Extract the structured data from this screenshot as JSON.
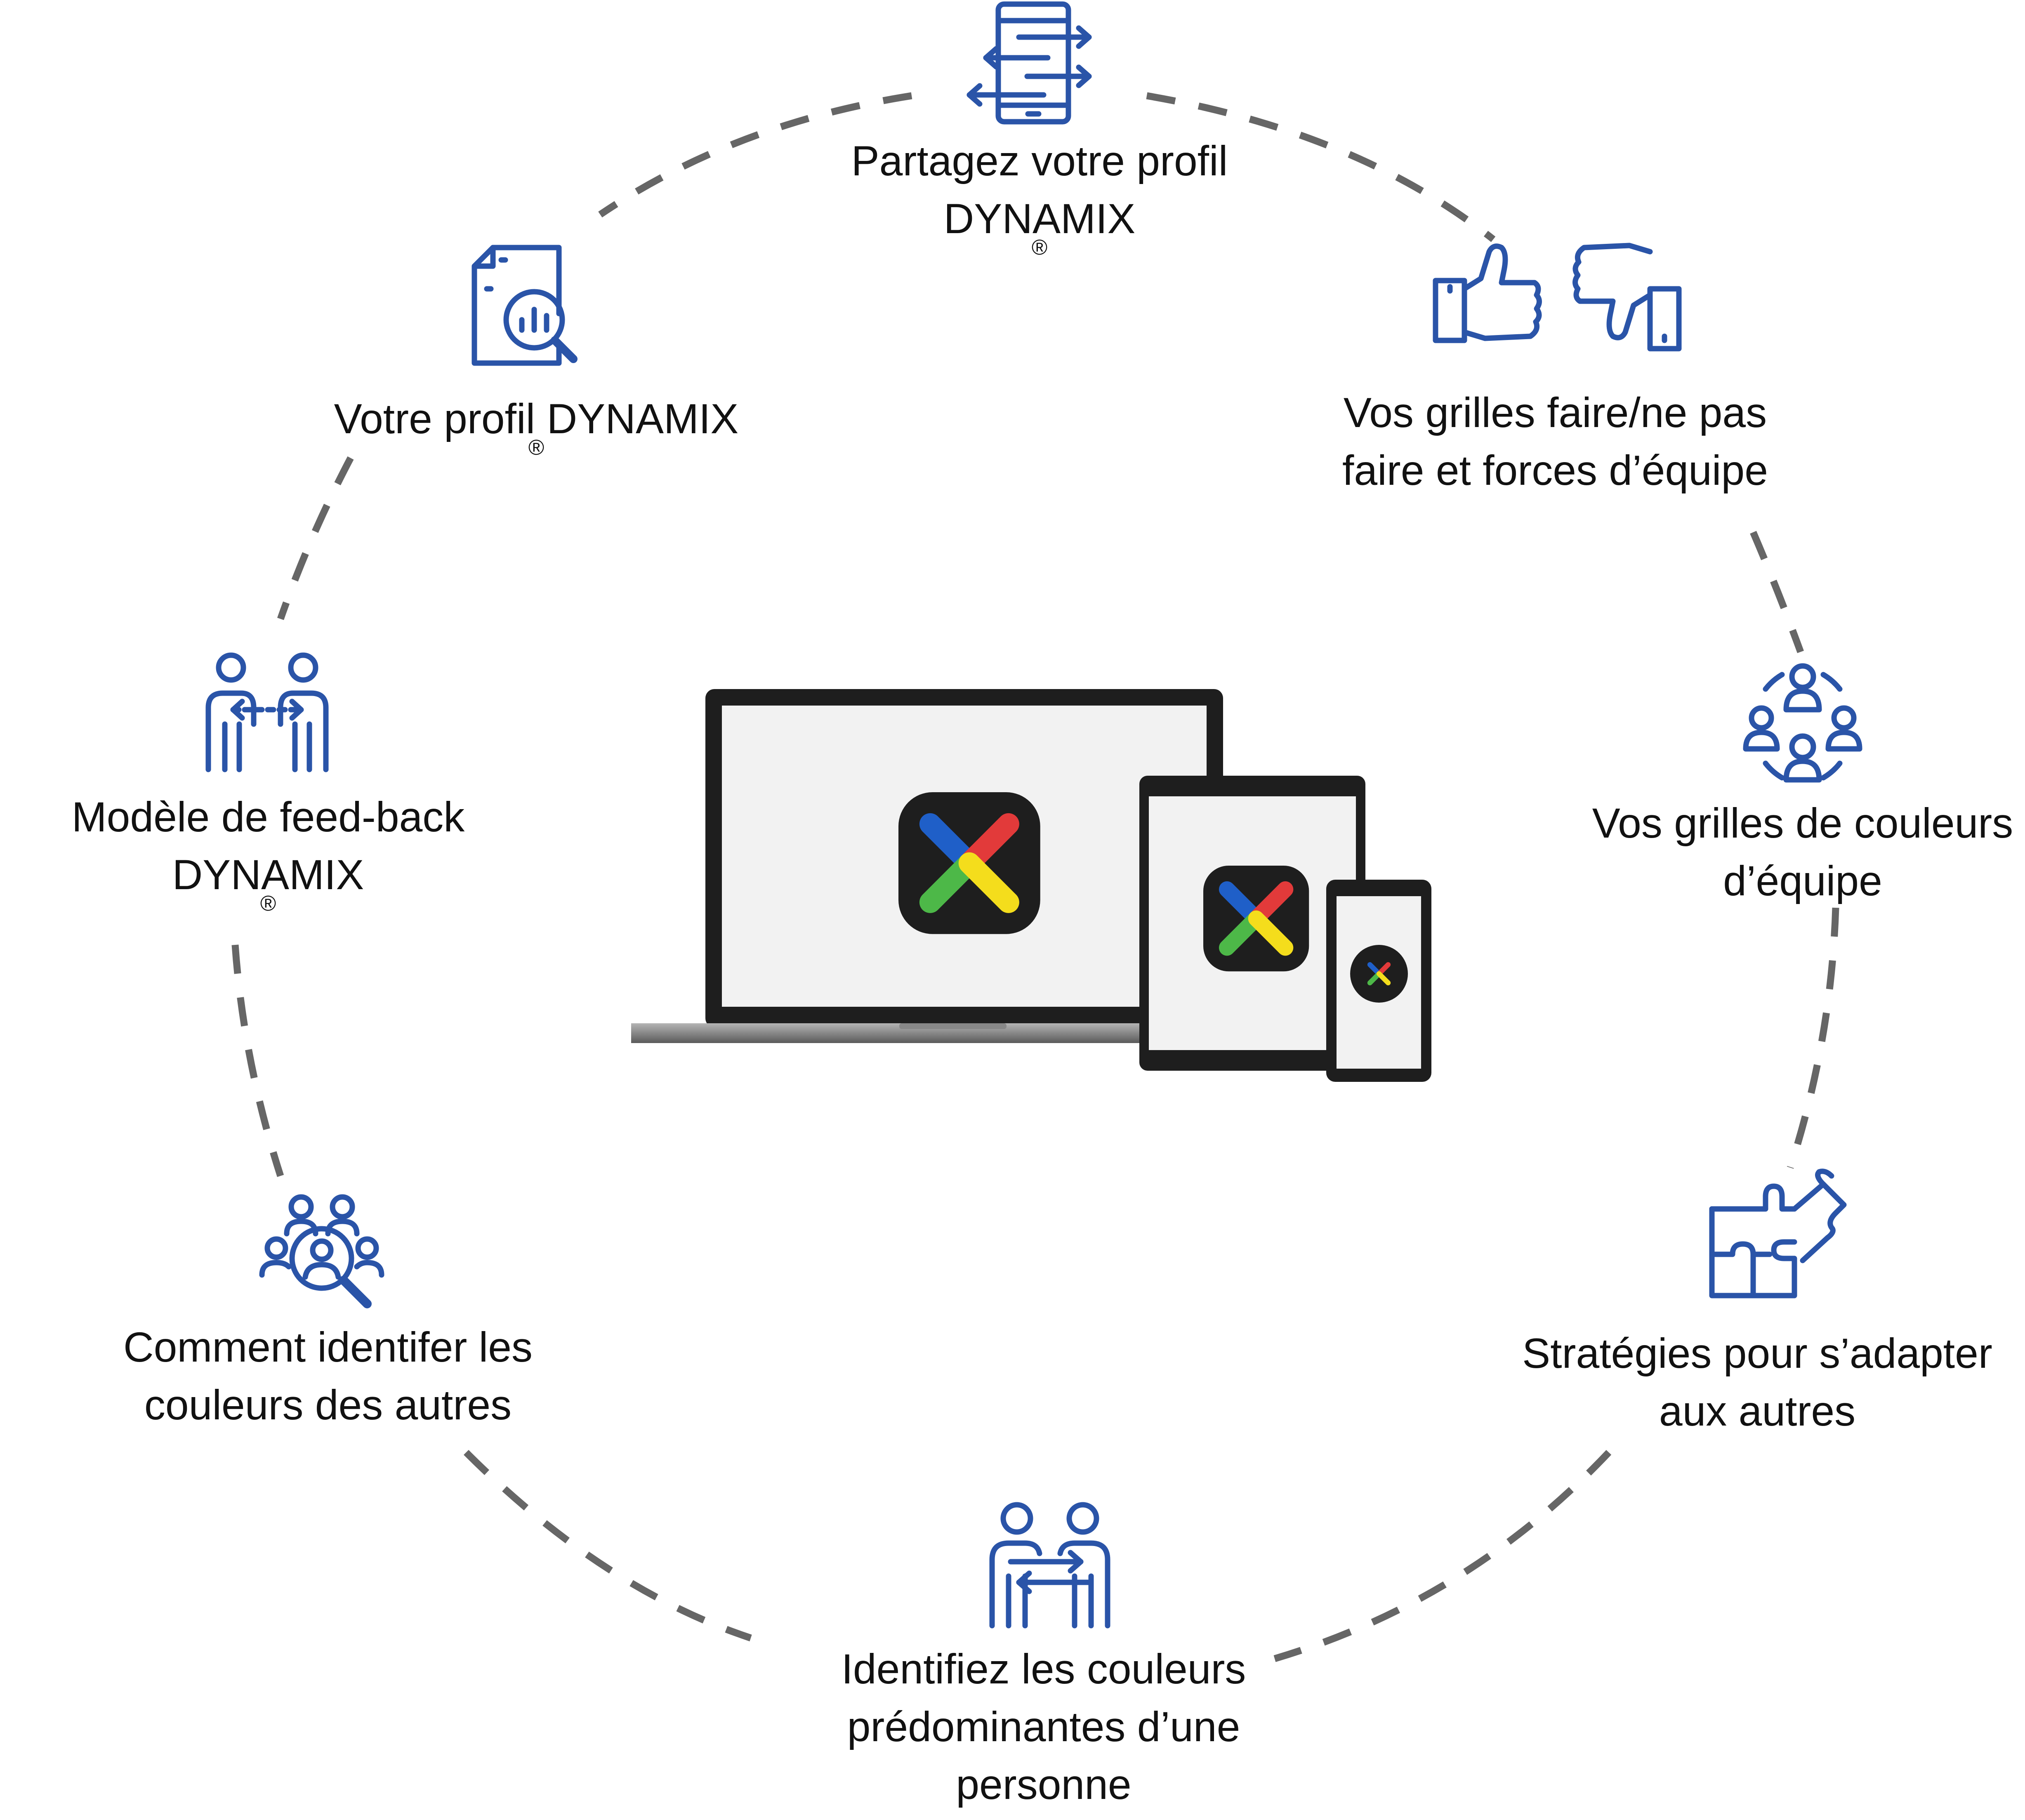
{
  "diagram": {
    "ring_color": "#666666",
    "icon_color": "#2a54a8",
    "steps": [
      {
        "id": "share",
        "icon": "phone-transfer-icon",
        "lines": [
          "Partagez votre profil",
          "DYNAMIX"
        ],
        "registered": true
      },
      {
        "id": "grids",
        "icon": "thumbs-up-down-icon",
        "lines": [
          "Vos grilles faire/ne pas",
          "faire et forces d’équipe"
        ],
        "registered": false
      },
      {
        "id": "colors",
        "icon": "team-circle-icon",
        "lines": [
          "Vos grilles de couleurs",
          "d’équipe"
        ],
        "registered": false
      },
      {
        "id": "strategies",
        "icon": "puzzle-icon",
        "lines": [
          "Stratégies pour s’adapter",
          "aux autres"
        ],
        "registered": false
      },
      {
        "id": "identify",
        "icon": "people-exchange-icon",
        "lines": [
          "Identifiez les couleurs",
          "prédominantes d’une",
          "personne"
        ],
        "registered": false
      },
      {
        "id": "others",
        "icon": "people-search-icon",
        "lines": [
          "Comment identifer les",
          "couleurs des autres"
        ],
        "registered": false
      },
      {
        "id": "feedback",
        "icon": "feedback-people-icon",
        "lines": [
          "Modèle de feed-back",
          "DYNAMIX"
        ],
        "registered": true
      },
      {
        "id": "profile",
        "icon": "document-analysis-icon",
        "lines": [
          "Votre profil DYNAMIX"
        ],
        "registered": true
      }
    ],
    "registered_mark": "®",
    "center": {
      "devices": [
        "laptop",
        "tablet",
        "phone"
      ],
      "logo_colors": {
        "blue": "#1f5fc8",
        "red": "#e23a3a",
        "green": "#4db848",
        "yellow": "#f4dd1c",
        "tile": "#1e1e1e"
      }
    }
  }
}
